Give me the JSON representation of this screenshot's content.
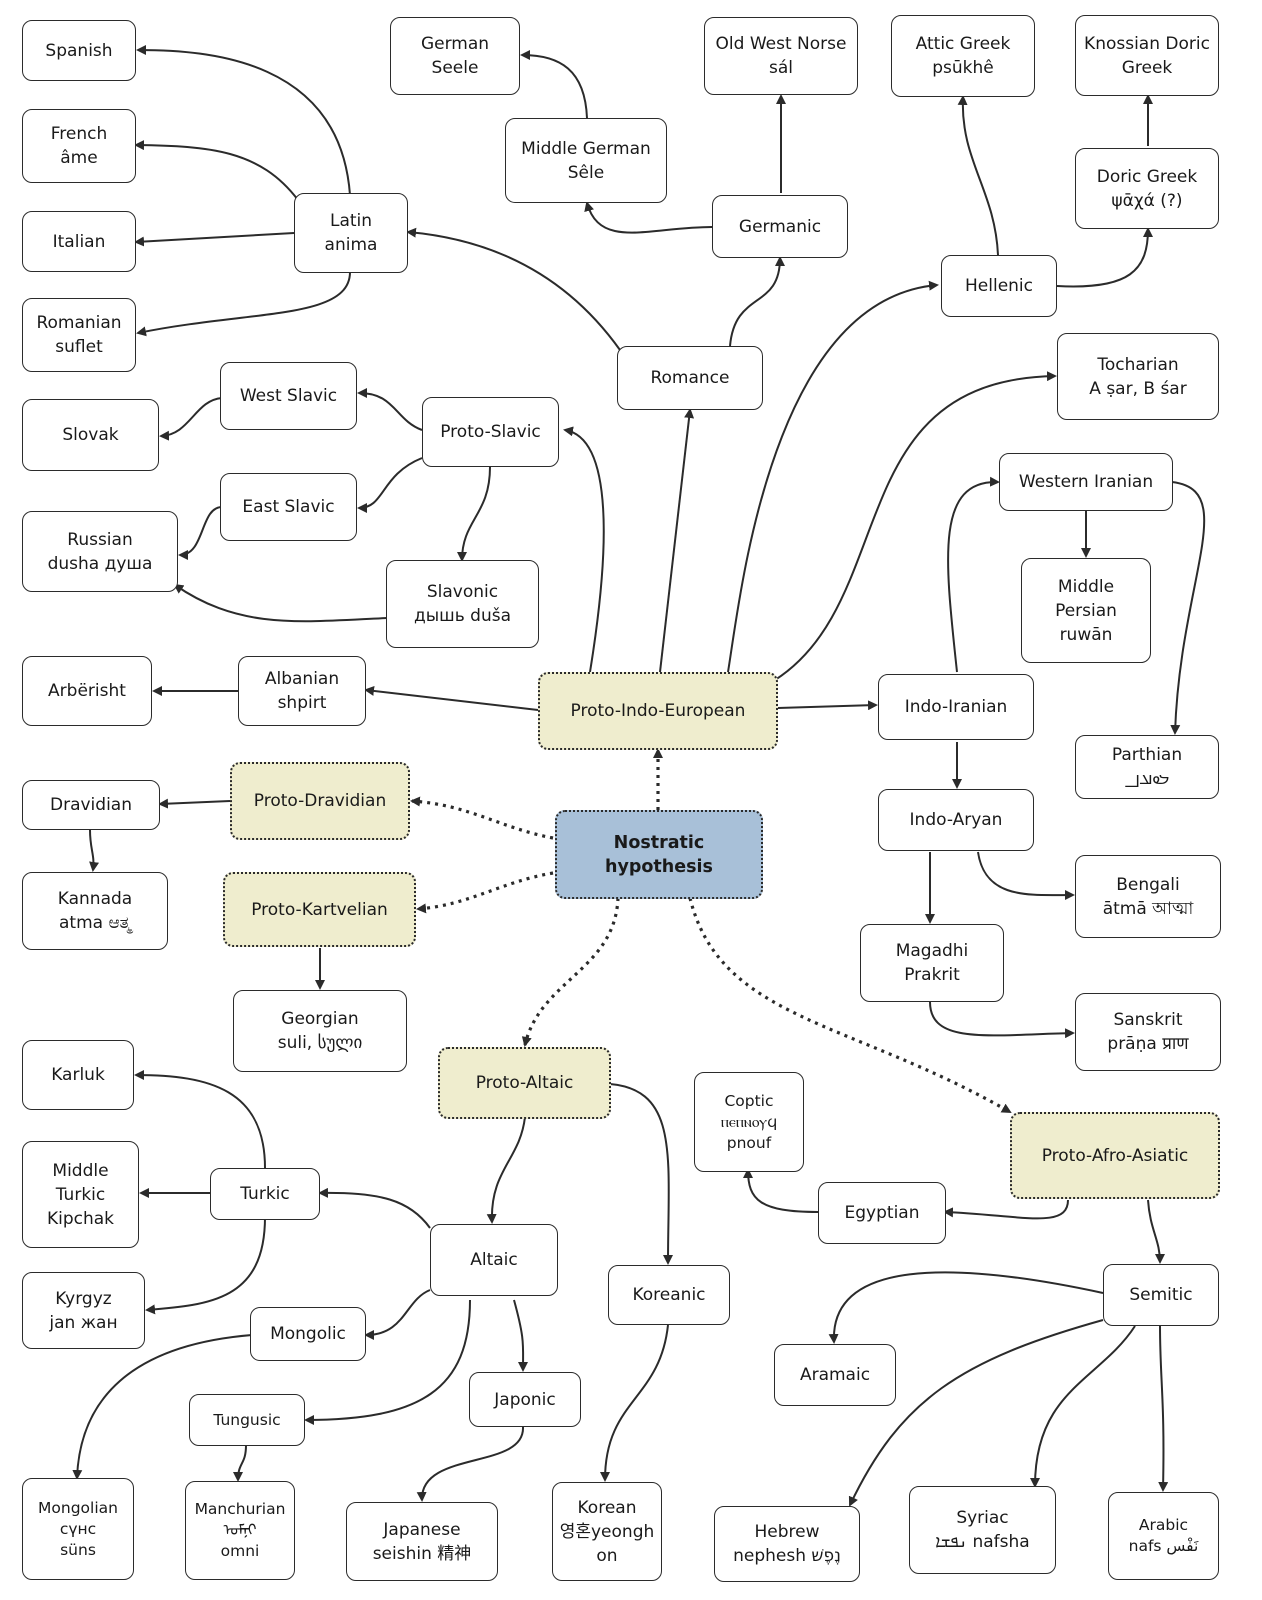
{
  "diagram": {
    "root": "Nostratic hypothesis",
    "nodes": {
      "nostratic": "Nostratic hypothesis",
      "pie": "Proto-Indo-European",
      "proto_dravidian": "Proto-Dravidian",
      "proto_kartvelian": "Proto-Kartvelian",
      "proto_altaic": "Proto-Altaic",
      "proto_afro_asiatic": "Proto-Afro-Asiatic",
      "spanish": "Spanish",
      "french": "French\nâme",
      "italian": "Italian",
      "romanian": "Romanian\nsuflet",
      "latin": "Latin\nanima",
      "german": "German\nSeele",
      "middle_german": "Middle German\nSêle",
      "old_west_norse": "Old West Norse\nsál",
      "germanic": "Germanic",
      "attic_greek": "Attic Greek\npsūkhê",
      "knossian": "Knossian Doric\nGreek",
      "doric_greek": "Doric Greek\nψᾱχά (?)",
      "hellenic": "Hellenic",
      "romance": "Romance",
      "tocharian": "Tocharian\nA ṣar, B śar",
      "west_slavic": "West Slavic",
      "slovak": "Slovak",
      "proto_slavic": "Proto-Slavic",
      "east_slavic": "East Slavic",
      "russian": "Russian\ndusha душа",
      "slavonic": "Slavonic\nдышь duša",
      "western_iranian": "Western Iranian",
      "middle_persian": "Middle\nPersian\nruwān",
      "parthian": "Parthian\n𐭓𐭅𐭀𐭍",
      "albanian": "Albanian\nshpirt",
      "arberisht": "Arbërisht",
      "indo_iranian": "Indo-Iranian",
      "indo_aryan": "Indo-Aryan",
      "dravidian": "Dravidian",
      "kannada": "Kannada\natma ಆತ್ಮ",
      "bengali": "Bengali\nātmā আত্মা",
      "magadhi": "Magadhi\nPrakrit",
      "georgian": "Georgian\nsuli, სული",
      "sanskrit": "Sanskrit\nprāṇa प्राण",
      "karluk": "Karluk",
      "middle_turkic": "Middle\nTurkic\nKipchak",
      "turkic": "Turkic",
      "coptic": "Coptic\nⲡⲉⲡⲛⲟⲩϥ\npnouf",
      "egyptian": "Egyptian",
      "altaic": "Altaic",
      "koreanic": "Koreanic",
      "kyrgyz": "Kyrgyz\njan жан",
      "mongolic": "Mongolic",
      "semitic": "Semitic",
      "aramaic": "Aramaic",
      "japonic": "Japonic",
      "tungusic": "Tungusic",
      "mongolian": "Mongolian\nсүнс\nsüns",
      "manchurian": "Manchurian\nᠣᠮᠨᡳ\nomni",
      "japanese": "Japanese\nseishin 精神",
      "korean": "Korean\n영혼yeongh\non",
      "hebrew": "Hebrew\nnephesh נֶפֶשׁ",
      "syriac": "Syriac\nܢܦܫܐ nafsha",
      "arabic": "Arabic\nnafs نَفْس"
    }
  },
  "colors": {
    "root_fill": "#a8c0d8",
    "proto_fill": "#efedce",
    "node_fill": "#ffffff",
    "stroke": "#2b2b2b"
  }
}
